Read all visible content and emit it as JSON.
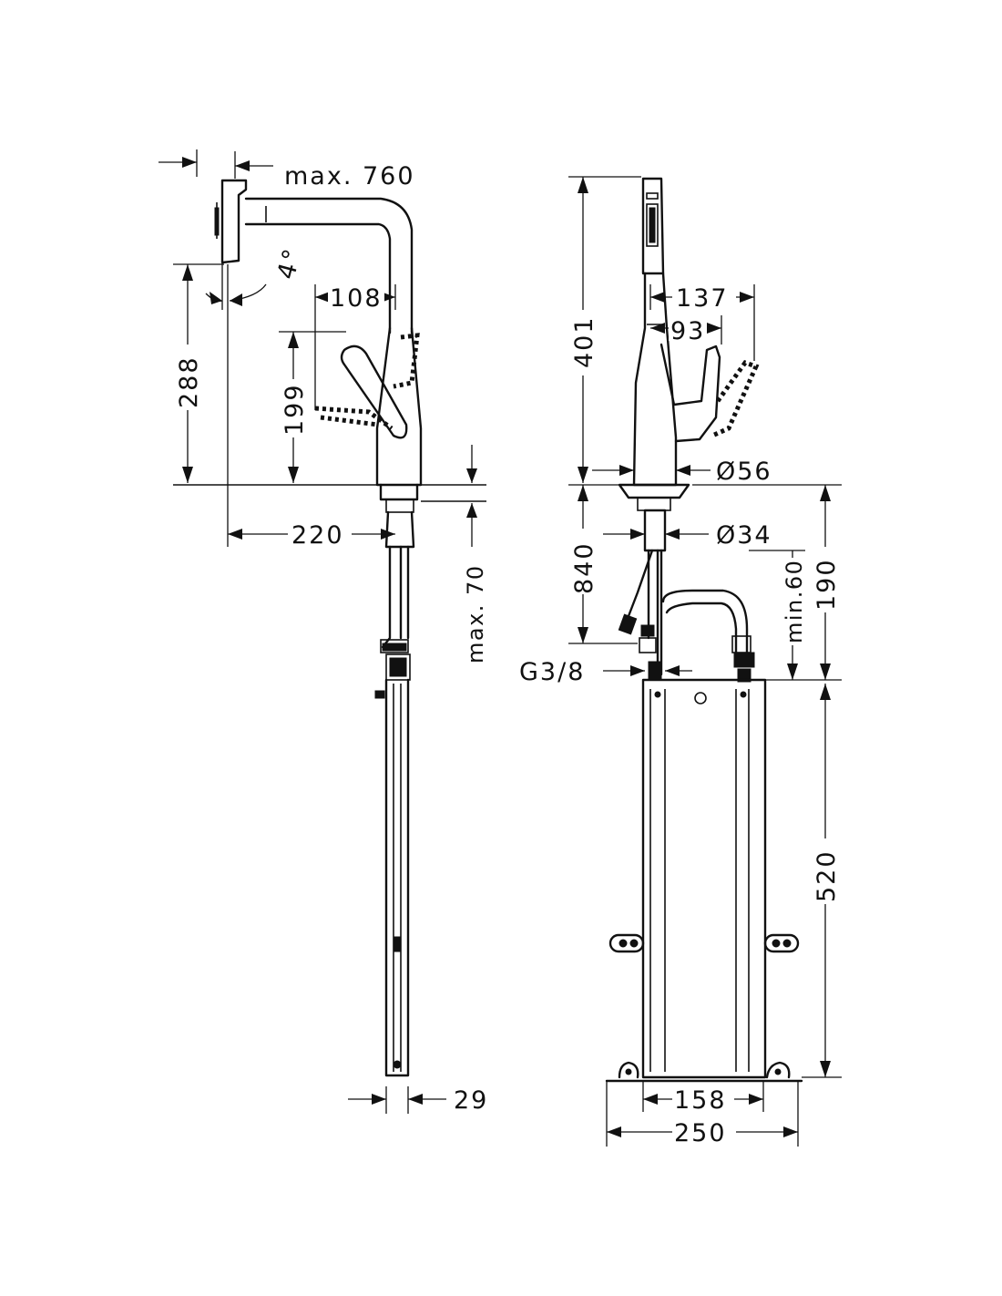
{
  "side_view": {
    "dim_reach": "max. 760",
    "dim_angle": "4°",
    "dim_lever_reach": "108",
    "dim_height": "288",
    "dim_lever_height": "199",
    "dim_spout_reach": "220",
    "dim_countertop": "max. 70",
    "dim_hose_width": "29"
  },
  "front_view": {
    "dim_total_height": "401",
    "dim_lever_swing": "137",
    "dim_lever": "93",
    "dim_base_diameter": "Ø56",
    "dim_shank_diameter": "Ø34",
    "dim_hose_length": "840",
    "dim_min_clearance": "min.60",
    "dim_connection_height": "190",
    "dim_thread": "G3/8",
    "dim_box_height": "520",
    "dim_box_inner": "158",
    "dim_box_outer": "250"
  }
}
